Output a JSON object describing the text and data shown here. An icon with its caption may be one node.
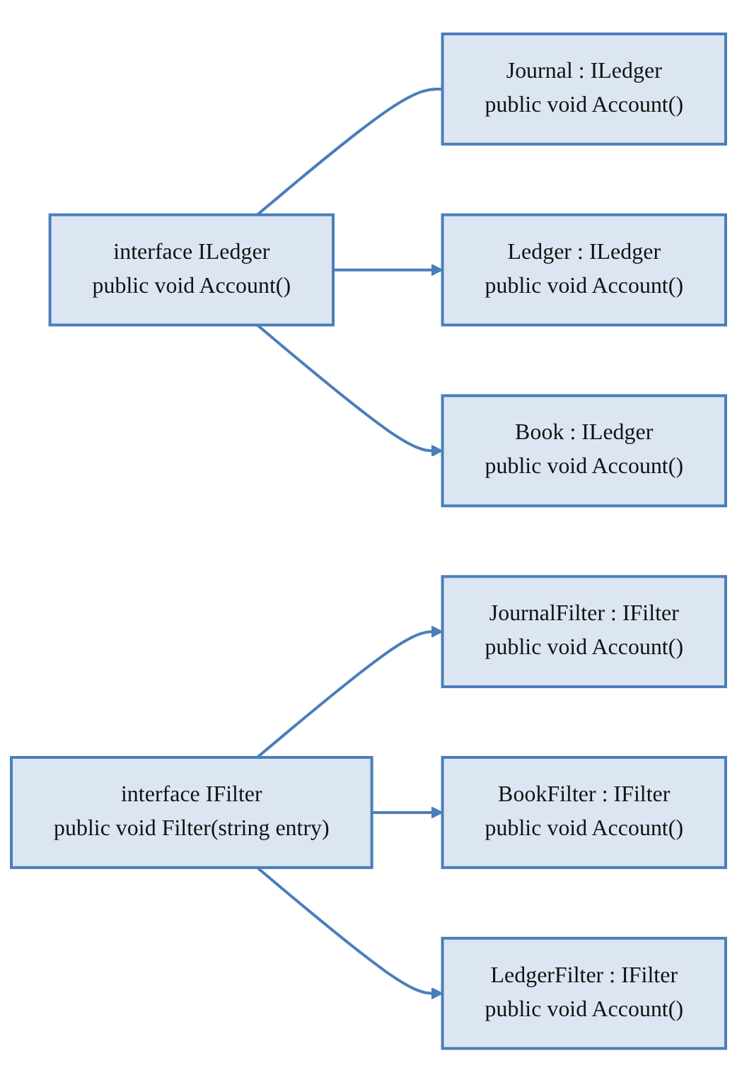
{
  "diagram": {
    "nodes": [
      {
        "text": [
          "interface ILedger",
          "public void Account()"
        ]
      },
      {
        "text": [
          "Journal : ILedger",
          "public void Account()"
        ]
      },
      {
        "text": [
          "Ledger : ILedger",
          "public void Account()"
        ]
      },
      {
        "text": [
          "Book : ILedger",
          "public void Account()"
        ]
      },
      {
        "text": [
          "JournalFilter : IFilter",
          "public void Account()"
        ]
      },
      {
        "text": [
          "interface IFilter",
          "public void Filter(string entry)"
        ]
      },
      {
        "text": [
          "BookFilter : IFilter",
          "public void Account()"
        ]
      },
      {
        "text": [
          "LedgerFilter : IFilter",
          "public void Account()"
        ]
      }
    ],
    "edges": [
      {
        "from": 0,
        "to": 1,
        "arrow": "none"
      },
      {
        "from": 0,
        "to": 2,
        "arrow": "to"
      },
      {
        "from": 0,
        "to": 3,
        "arrow": "to"
      },
      {
        "from": 5,
        "to": 4,
        "arrow": "to"
      },
      {
        "from": 5,
        "to": 6,
        "arrow": "to"
      },
      {
        "from": 5,
        "to": 7,
        "arrow": "to"
      }
    ]
  }
}
